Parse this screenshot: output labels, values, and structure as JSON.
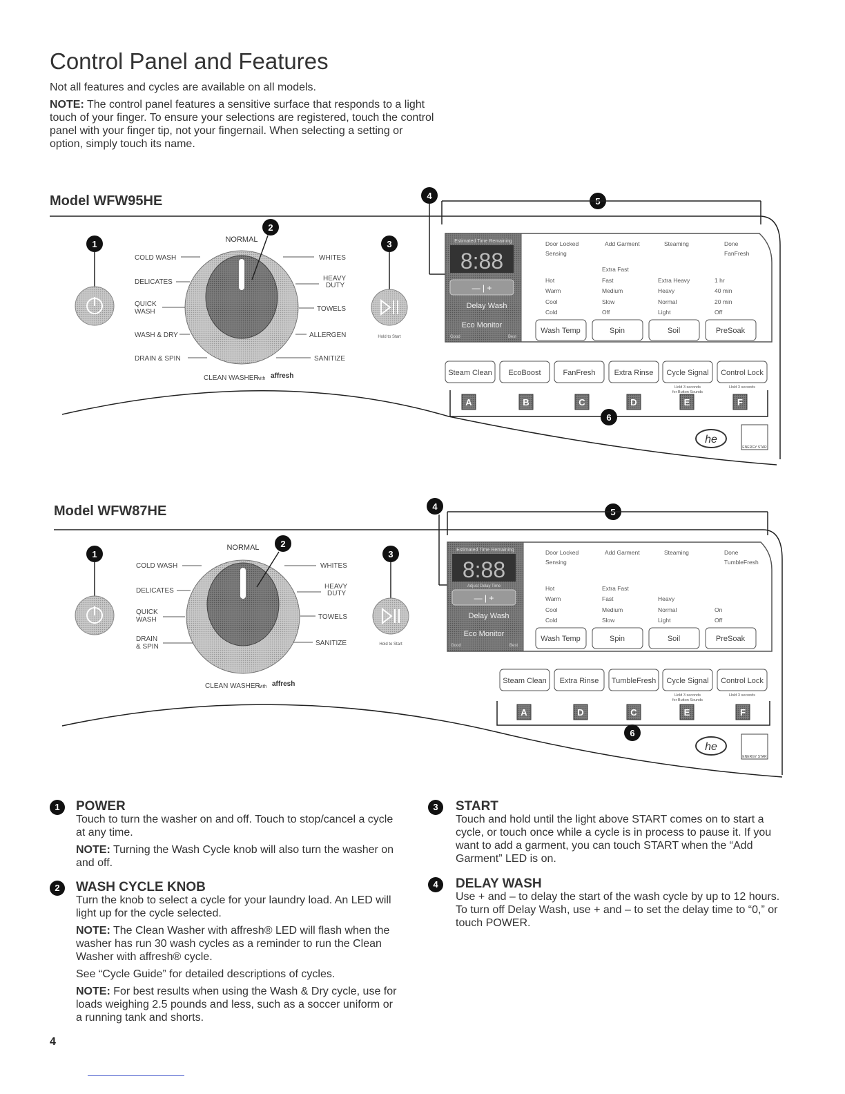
{
  "page": {
    "title": "Control Panel and Features",
    "intro": "Not all features and cycles are available on all models.",
    "note_label": "NOTE:",
    "note_text": "The control panel features a sensitive surface that responds to a light touch of your finger. To ensure your selections are registered, touch the control panel with your finger tip, not your fingernail. When selecting a setting or option, simply touch its name.",
    "page_number": "4"
  },
  "callouts": [
    "1",
    "2",
    "3",
    "4",
    "5",
    "6"
  ],
  "model1": {
    "name": "Model WFW95HE",
    "knob_top": "NORMAL",
    "knob_left": [
      "COLD WASH",
      "DELICATES",
      "QUICK",
      "WASH",
      "WASH & DRY",
      "DRAIN & SPIN"
    ],
    "knob_right": [
      "WHITES",
      "HEAVY",
      "DUTY",
      "TOWELS",
      "ALLERGEN",
      "SANITIZE"
    ],
    "knob_bottom": "CLEAN WASHER",
    "knob_bottom_with": "with",
    "affresh": "affresh",
    "hold_to_start": "Hold to Start",
    "display_label": "Estimated Time Remaining",
    "display_digits": "8:88",
    "minus_plus": "—  |  +",
    "delay_wash": "Delay Wash",
    "eco_monitor": "Eco Monitor",
    "eco_good": "Good",
    "eco_best": "Best",
    "status": [
      "Door Locked",
      "Add Garment",
      "Steaming",
      "Done",
      "Sensing",
      "FanFresh"
    ],
    "temp": [
      "Hot",
      "Warm",
      "Cool",
      "Cold"
    ],
    "spin": [
      "Extra Fast",
      "Fast",
      "Medium",
      "Slow",
      "Off"
    ],
    "soil": [
      "Extra Heavy",
      "Heavy",
      "Normal",
      "Light"
    ],
    "presoak": [
      "1 hr",
      "40 min",
      "20 min",
      "Off"
    ],
    "row_buttons": [
      "Wash Temp",
      "Spin",
      "Soil",
      "PreSoak"
    ],
    "options": [
      "Steam Clean",
      "EcoBoost",
      "FanFresh",
      "Extra Rinse",
      "Cycle Signal",
      "Control Lock"
    ],
    "hold_note_1": "Hold 3 seconds",
    "hold_note_1b": "for Button Sounds",
    "hold_note_2": "Hold 3 seconds",
    "letters": [
      "A",
      "B",
      "C",
      "D",
      "E",
      "F"
    ],
    "he": "he",
    "energy_star": "ENERGY STAR"
  },
  "model2": {
    "name": "Model WFW87HE",
    "knob_top": "NORMAL",
    "knob_left": [
      "COLD WASH",
      "DELICATES",
      "QUICK",
      "WASH",
      "DRAIN",
      "& SPIN"
    ],
    "knob_right": [
      "WHITES",
      "HEAVY",
      "DUTY",
      "TOWELS",
      "SANITIZE"
    ],
    "knob_bottom": "CLEAN WASHER",
    "knob_bottom_with": "with",
    "affresh": "affresh",
    "hold_to_start": "Hold to Start",
    "display_label": "Estimated Time Remaining",
    "display_digits": "8:88",
    "adjust_label": "Adjust Delay Time",
    "minus_plus": "—  |  +",
    "delay_wash": "Delay Wash",
    "eco_monitor": "Eco Monitor",
    "eco_good": "Good",
    "eco_best": "Best",
    "status": [
      "Door Locked",
      "Add Garment",
      "Steaming",
      "Done",
      "Sensing",
      "TumbleFresh"
    ],
    "temp": [
      "Hot",
      "Warm",
      "Cool",
      "Cold"
    ],
    "spin": [
      "Extra Fast",
      "Fast",
      "Medium",
      "Slow"
    ],
    "soil": [
      "Heavy",
      "Normal",
      "Light"
    ],
    "presoak": [
      "On",
      "Off"
    ],
    "row_buttons": [
      "Wash Temp",
      "Spin",
      "Soil",
      "PreSoak"
    ],
    "options": [
      "Steam Clean",
      "Extra Rinse",
      "TumbleFresh",
      "Cycle Signal",
      "Control Lock"
    ],
    "hold_note_1": "Hold 3 seconds",
    "hold_note_1b": "for Button Sounds",
    "hold_note_2": "Hold 3 seconds",
    "letters": [
      "A",
      "D",
      "C",
      "E",
      "F"
    ],
    "he": "he",
    "energy_star": "ENERGY STAR"
  },
  "sections": {
    "power": {
      "num": "1",
      "title": "POWER",
      "text": "Touch to turn the washer on and off. Touch to stop/cancel a cycle at any time.",
      "note_label": "NOTE:",
      "note": "Turning the Wash Cycle knob will also turn the washer on and off."
    },
    "knob": {
      "num": "2",
      "title": "WASH CYCLE KNOB",
      "text": "Turn the knob to select a cycle for your laundry load. An LED will light up for the cycle selected.",
      "note1_label": "NOTE:",
      "note1": "The Clean Washer with affresh® LED will flash when the washer has run 30 wash cycles as a reminder to run the Clean Washer with affresh® cycle.",
      "see": "See “Cycle Guide” for detailed descriptions of cycles.",
      "note2_label": "NOTE:",
      "note2": "For best results when using the Wash & Dry cycle, use for loads weighing 2.5 pounds and less, such as a soccer uniform or a running tank and shorts."
    },
    "start": {
      "num": "3",
      "title": "START",
      "text": "Touch and hold until the light above START comes on to start a cycle, or touch once while a cycle is in process to pause it. If you want to add a garment, you can touch START when the “Add Garment” LED is on."
    },
    "delay": {
      "num": "4",
      "title": "DELAY WASH",
      "text": "Use + and – to delay the start of the wash cycle by up to 12 hours. To turn off Delay Wash, use + and – to set the delay time to “0,” or touch POWER."
    }
  }
}
